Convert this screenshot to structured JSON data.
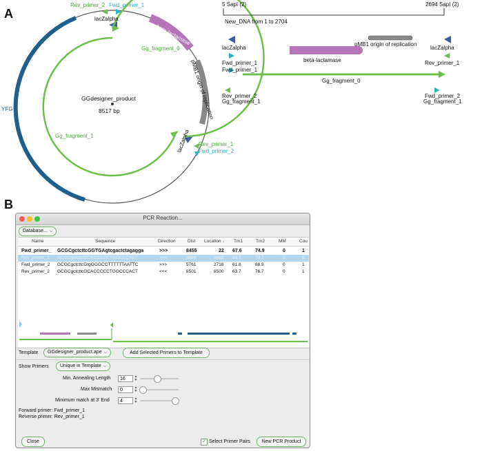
{
  "panel_a": {
    "letter": "A",
    "plasmid": {
      "name": "GGdesigner_product",
      "size": "8517 bp"
    },
    "circle_labels": {
      "rev_primer_2": "Rev_primer_2",
      "fwd_primer_1": "Fwd_primer_1",
      "laczalpha_top": "lacZalpha",
      "beta_lactamase": "beta-lactamase",
      "pmb1": "pMB1 origin of replication",
      "gg_fragment_0": "Gg_fragment_0",
      "gg_fragment_1": "Gg_fragment_1",
      "yfg": "YFG",
      "laczalpha_right": "lacZalpha",
      "rev_primer_1": "Rev_primer_1",
      "fwd_primer_2": "Fwd_primer_2"
    },
    "linear": {
      "left_site": "5 SapI (2)",
      "right_site": "2694 SapI (2)",
      "title": "New_DNA from 1 to 2704",
      "laczalpha_left": "lacZalpha",
      "fwd_primer_1_a": "Fwd_primer_1",
      "fwd_primer_1_b": "Fwd_primer_1",
      "beta_lactamase": "beta-lactamase",
      "pmb1": "pMB1 origin of replication",
      "laczalpha_right": "lacZalpha",
      "rev_primer_1": "Rev_primer_1",
      "gg_fragment_0": "Gg_fragment_0",
      "rev_primer_2": "Rev_primer_2",
      "gg_fragment_1_left": "Gg_fragment_1",
      "fwd_primer_2": "Fwd_primer_2",
      "gg_fragment_1_right": "Gg_fragment_1"
    }
  },
  "panel_b": {
    "letter": "B",
    "window_title": "PCR Reaction...",
    "database_button": "Database...",
    "columns": [
      "Name",
      "Sequence",
      "Direction",
      "Dist",
      "Location ↓",
      "Tm1",
      "Tm2",
      "MM",
      "Cou"
    ],
    "rows": [
      {
        "name": "Fwd_primer_",
        "sequence": "GCGCgctcttcGGTGAgtcgactctagagga",
        "direction": ">>>",
        "dist": "8455",
        "location": "22",
        "tm1": "67.6",
        "tm2": "74.9",
        "mm": "0",
        "count": "1"
      },
      {
        "name": "Rev_primer_1",
        "sequence": "GCGCgctcttcGCACCCCCTGGCCCACT",
        "direction": "<<<",
        "dist": "2694",
        "location": "2682",
        "tm1": "63.7",
        "tm2": "79.7",
        "mm": "0",
        "count": "1"
      },
      {
        "name": "Fwd_primer_2",
        "sequence": "GCGCgctcttcGtgGGGCCTTTTTTAATTC",
        "direction": ">>>",
        "dist": "5761",
        "location": "2716",
        "tm1": "61.8",
        "tm2": "68.9",
        "mm": "0",
        "count": "1"
      },
      {
        "name": "Rev_primer_2",
        "sequence": "GCGCgctcttcGCACCCCCTGGCCCACT",
        "direction": "<<<",
        "dist": "8501",
        "location": "8500",
        "tm1": "63.7",
        "tm2": "76.7",
        "mm": "0",
        "count": "1"
      }
    ],
    "template_label": "Template",
    "template_value": "GGdesigner_product.ape",
    "add_primers_button": "Add Selected Primers to Template",
    "show_primers_label": "Show Primers",
    "show_primers_value": "Unique in Template",
    "min_annealing_label": "Min. Annealing Length",
    "min_annealing_value": "16",
    "max_mismatch_label": "Max Mismatch",
    "max_mismatch_value": "0",
    "min_match_label": "Minimum match at 3' End",
    "min_match_value": "4",
    "forward_primer_text": "Forward primer: Fwd_primer_1",
    "reverse_primer_text": "Reverse primer: Rev_primer_1",
    "close_button": "Close",
    "select_pairs_label": "Select Primer Pairs",
    "new_pcr_button": "New PCR Product"
  },
  "colors": {
    "green": "#6cc04a",
    "blue": "#1f5f8b",
    "purple": "#b475b8",
    "gray": "#888888",
    "cyan": "#2ab3c2",
    "navy": "#3f5aa6"
  }
}
